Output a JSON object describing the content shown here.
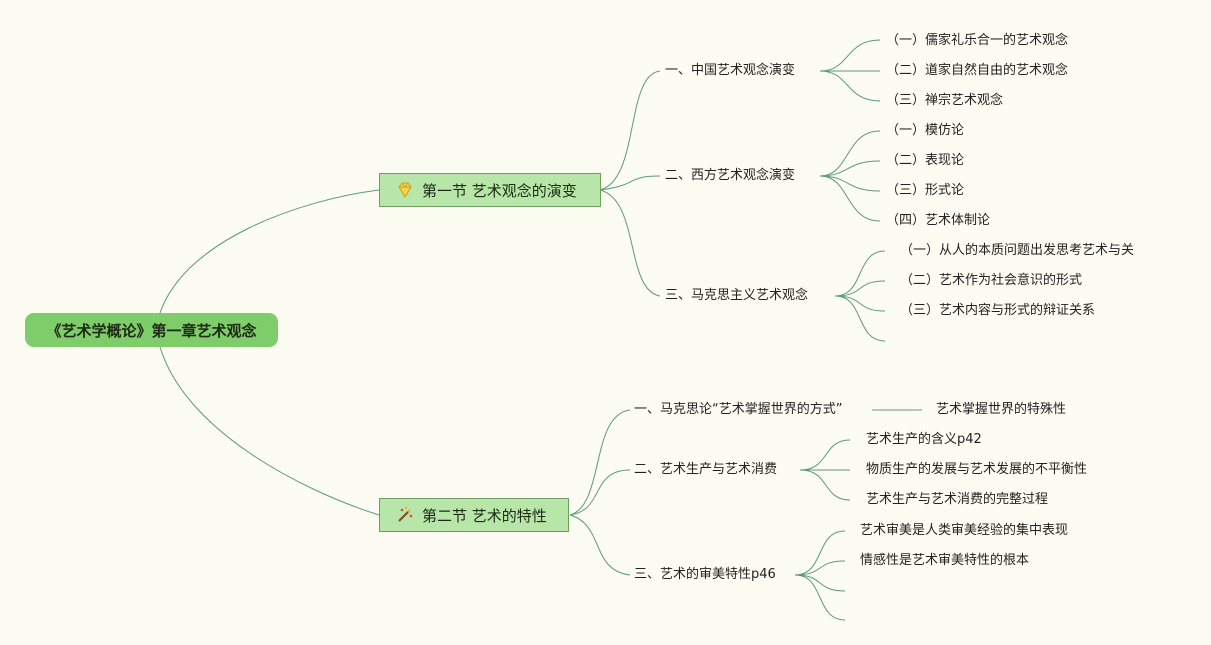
{
  "root": {
    "label": "《艺术学概论》第一章艺术观念"
  },
  "sections": [
    {
      "label": "第一节 艺术观念的演变",
      "icon": "diamond-icon",
      "topics": [
        {
          "label": "一、中国艺术观念演变",
          "items": [
            "（一）儒家礼乐合一的艺术观念",
            "（二）道家自然自由的艺术观念",
            "（三）禅宗艺术观念"
          ]
        },
        {
          "label": "二、西方艺术观念演变",
          "items": [
            "（一）模仿论",
            "（二）表现论",
            "（三）形式论",
            "（四）艺术体制论"
          ]
        },
        {
          "label": "三、马克思主义艺术观念",
          "items": [
            "（一）从人的本质问题出发思考艺术与关",
            "（二）艺术作为社会意识的形式",
            "（三）艺术内容与形式的辩证关系",
            ""
          ]
        }
      ]
    },
    {
      "label": "第二节 艺术的特性",
      "icon": "magic-wand-icon",
      "topics": [
        {
          "label": "一、马克思论“艺术掌握世界的方式”",
          "items": [
            "艺术掌握世界的特殊性"
          ]
        },
        {
          "label": "二、艺术生产与艺术消费",
          "items": [
            "艺术生产的含义p42",
            "物质生产的发展与艺术发展的不平衡性",
            "艺术生产与艺术消费的完整过程"
          ]
        },
        {
          "label": "三、艺术的审美特性p46",
          "items": [
            "艺术审美是人类审美经验的集中表现",
            "情感性是艺术审美特性的根本",
            "",
            ""
          ]
        }
      ]
    }
  ]
}
